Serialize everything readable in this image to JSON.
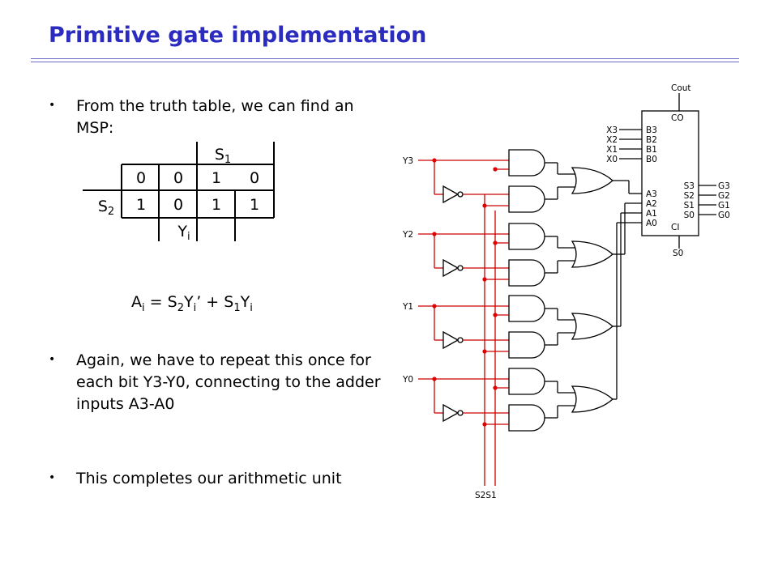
{
  "slide": {
    "title": "Primitive gate implementation",
    "bullet1": "From the truth table, we can find an MSP:",
    "bullet2": "Again, we have to repeat this once for each bit Y3-Y0, connecting to the adder inputs A3-A0",
    "bullet3": "This completes our arithmetic unit"
  },
  "kmap": {
    "col_var": "S",
    "col_var_sub": "1",
    "row_var": "S",
    "row_var_sub": "2",
    "bottom_var": "Y",
    "bottom_var_sub": "i",
    "row1": [
      "0",
      "0",
      "1",
      "0"
    ],
    "row2": [
      "1",
      "0",
      "1",
      "1"
    ]
  },
  "equation": {
    "lhs": "A",
    "lhs_sub": "i",
    "eq": " = ",
    "t1": "S",
    "t1_sub": "2",
    "t1b": "Y",
    "t1b_sub": "i",
    "t1_prime": "’ + ",
    "t2": "S",
    "t2_sub": "1",
    "t2b": "Y",
    "t2b_sub": "i"
  },
  "circuit": {
    "inputs": [
      "Y3",
      "Y2",
      "Y1",
      "Y0"
    ],
    "adder_x_inputs": [
      "X3",
      "X2",
      "X1",
      "X0"
    ],
    "adder_b_pins": [
      "B3",
      "B2",
      "B1",
      "B0"
    ],
    "adder_a_pins": [
      "A3",
      "A2",
      "A1",
      "A0"
    ],
    "adder_s_pins": [
      "S3",
      "S2",
      "S1",
      "S0"
    ],
    "adder_outputs": [
      "G3",
      "G2",
      "G1",
      "G0"
    ],
    "carry_out_label": "Cout",
    "co_pin": "CO",
    "ci_pin": "CI",
    "carry_in_label": "S0",
    "select_label": "S2S1",
    "wire_color": "#cc0000",
    "dot_color": "#e00000"
  },
  "colors": {
    "title": "#2b2bbf",
    "text": "#000000"
  }
}
